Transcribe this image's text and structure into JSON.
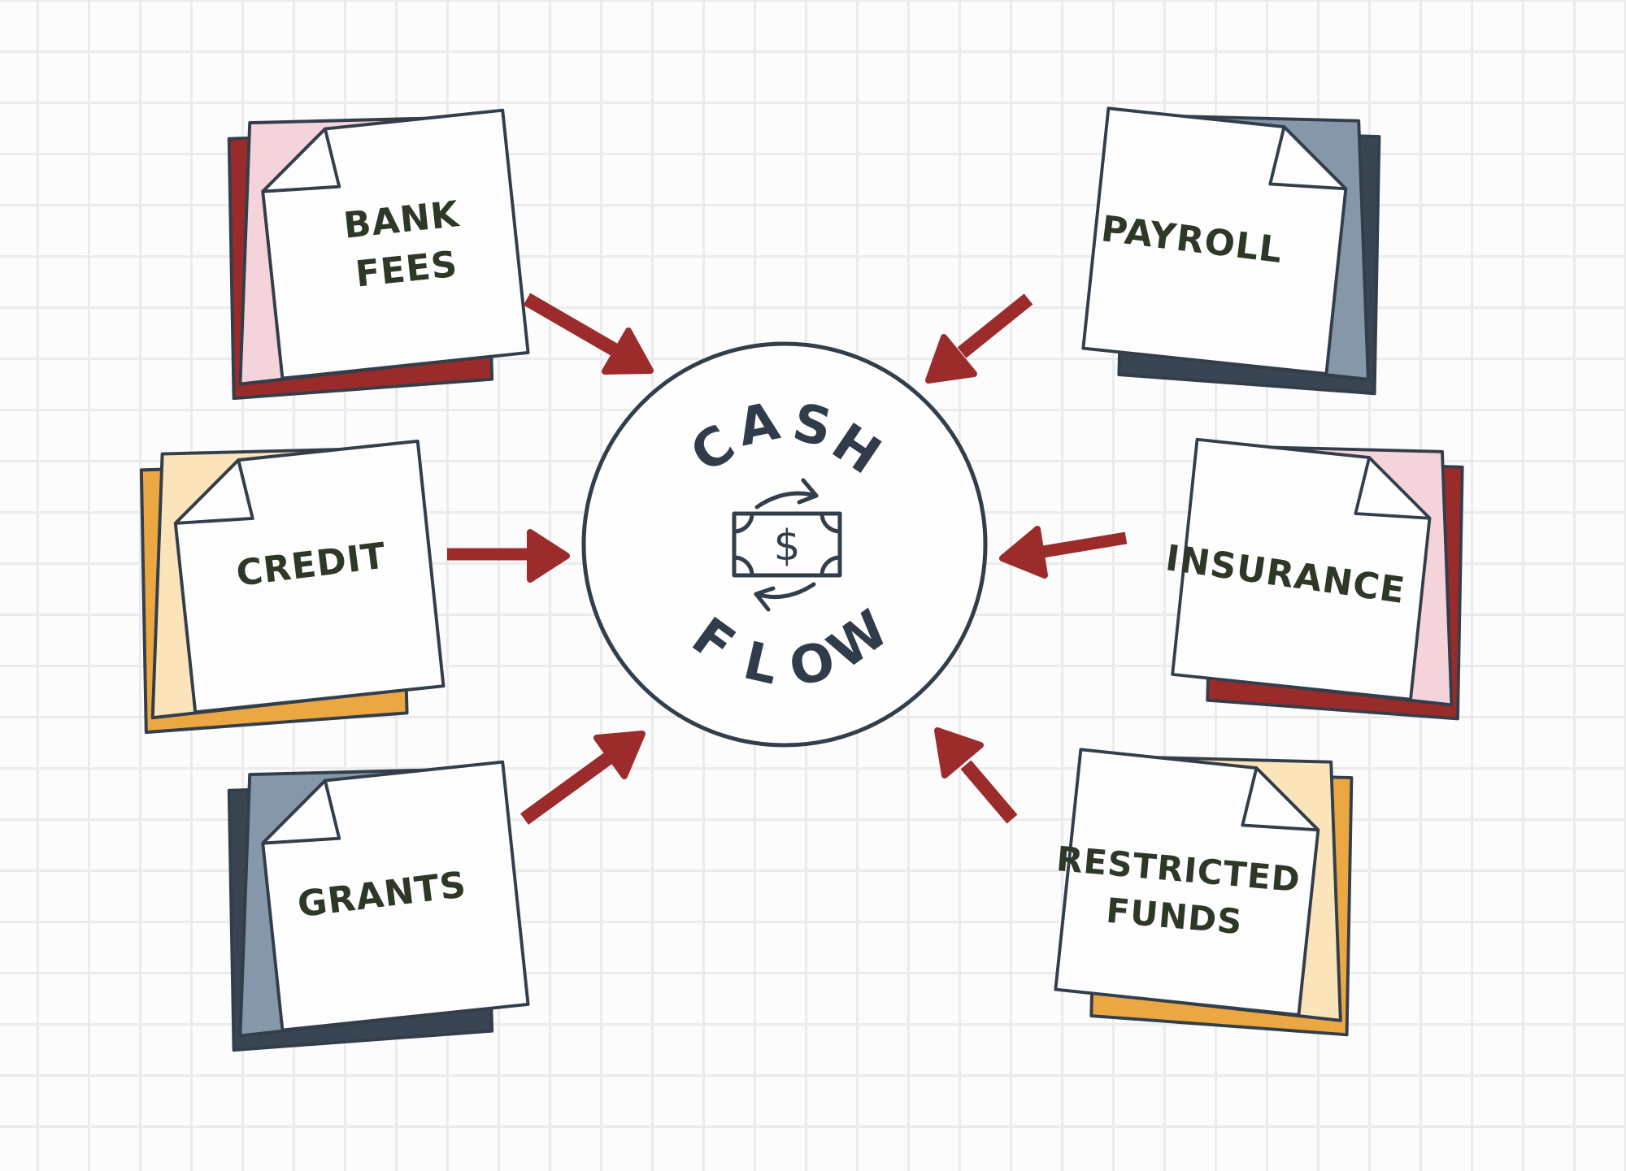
{
  "title": "Cash Flow",
  "background": {
    "color": "#fcfcfc",
    "grid_line_color": "#ebebed"
  },
  "palette": {
    "arrow_red": "#9c2b2b",
    "outline_navy": "#333e4b",
    "note_red": "#9a2b2b",
    "note_pink": "#f4d3da",
    "note_orange": "#eba742",
    "note_cream": "#fbe4ba",
    "note_navy": "#3a4553",
    "note_bluegray": "#8697a9",
    "note_white": "#fdfdfe",
    "label_green": "#2e3827"
  },
  "center": {
    "word_top": "CASH",
    "word_bottom": "FLOW",
    "cash_letters": [
      "C",
      "A",
      "S",
      "H"
    ],
    "flow_letters": [
      "F",
      "L",
      "O",
      "W"
    ],
    "currency_symbol": "$"
  },
  "notes": [
    {
      "id": "bank-fees",
      "label": "BANK\nFEES"
    },
    {
      "id": "credit",
      "label": "CREDIT"
    },
    {
      "id": "grants",
      "label": "GRANTS"
    },
    {
      "id": "payroll",
      "label": "PAYROLL"
    },
    {
      "id": "insurance",
      "label": "INSURANCE"
    },
    {
      "id": "restricted-funds",
      "label": "RESTRICTED\nFUNDS"
    }
  ]
}
